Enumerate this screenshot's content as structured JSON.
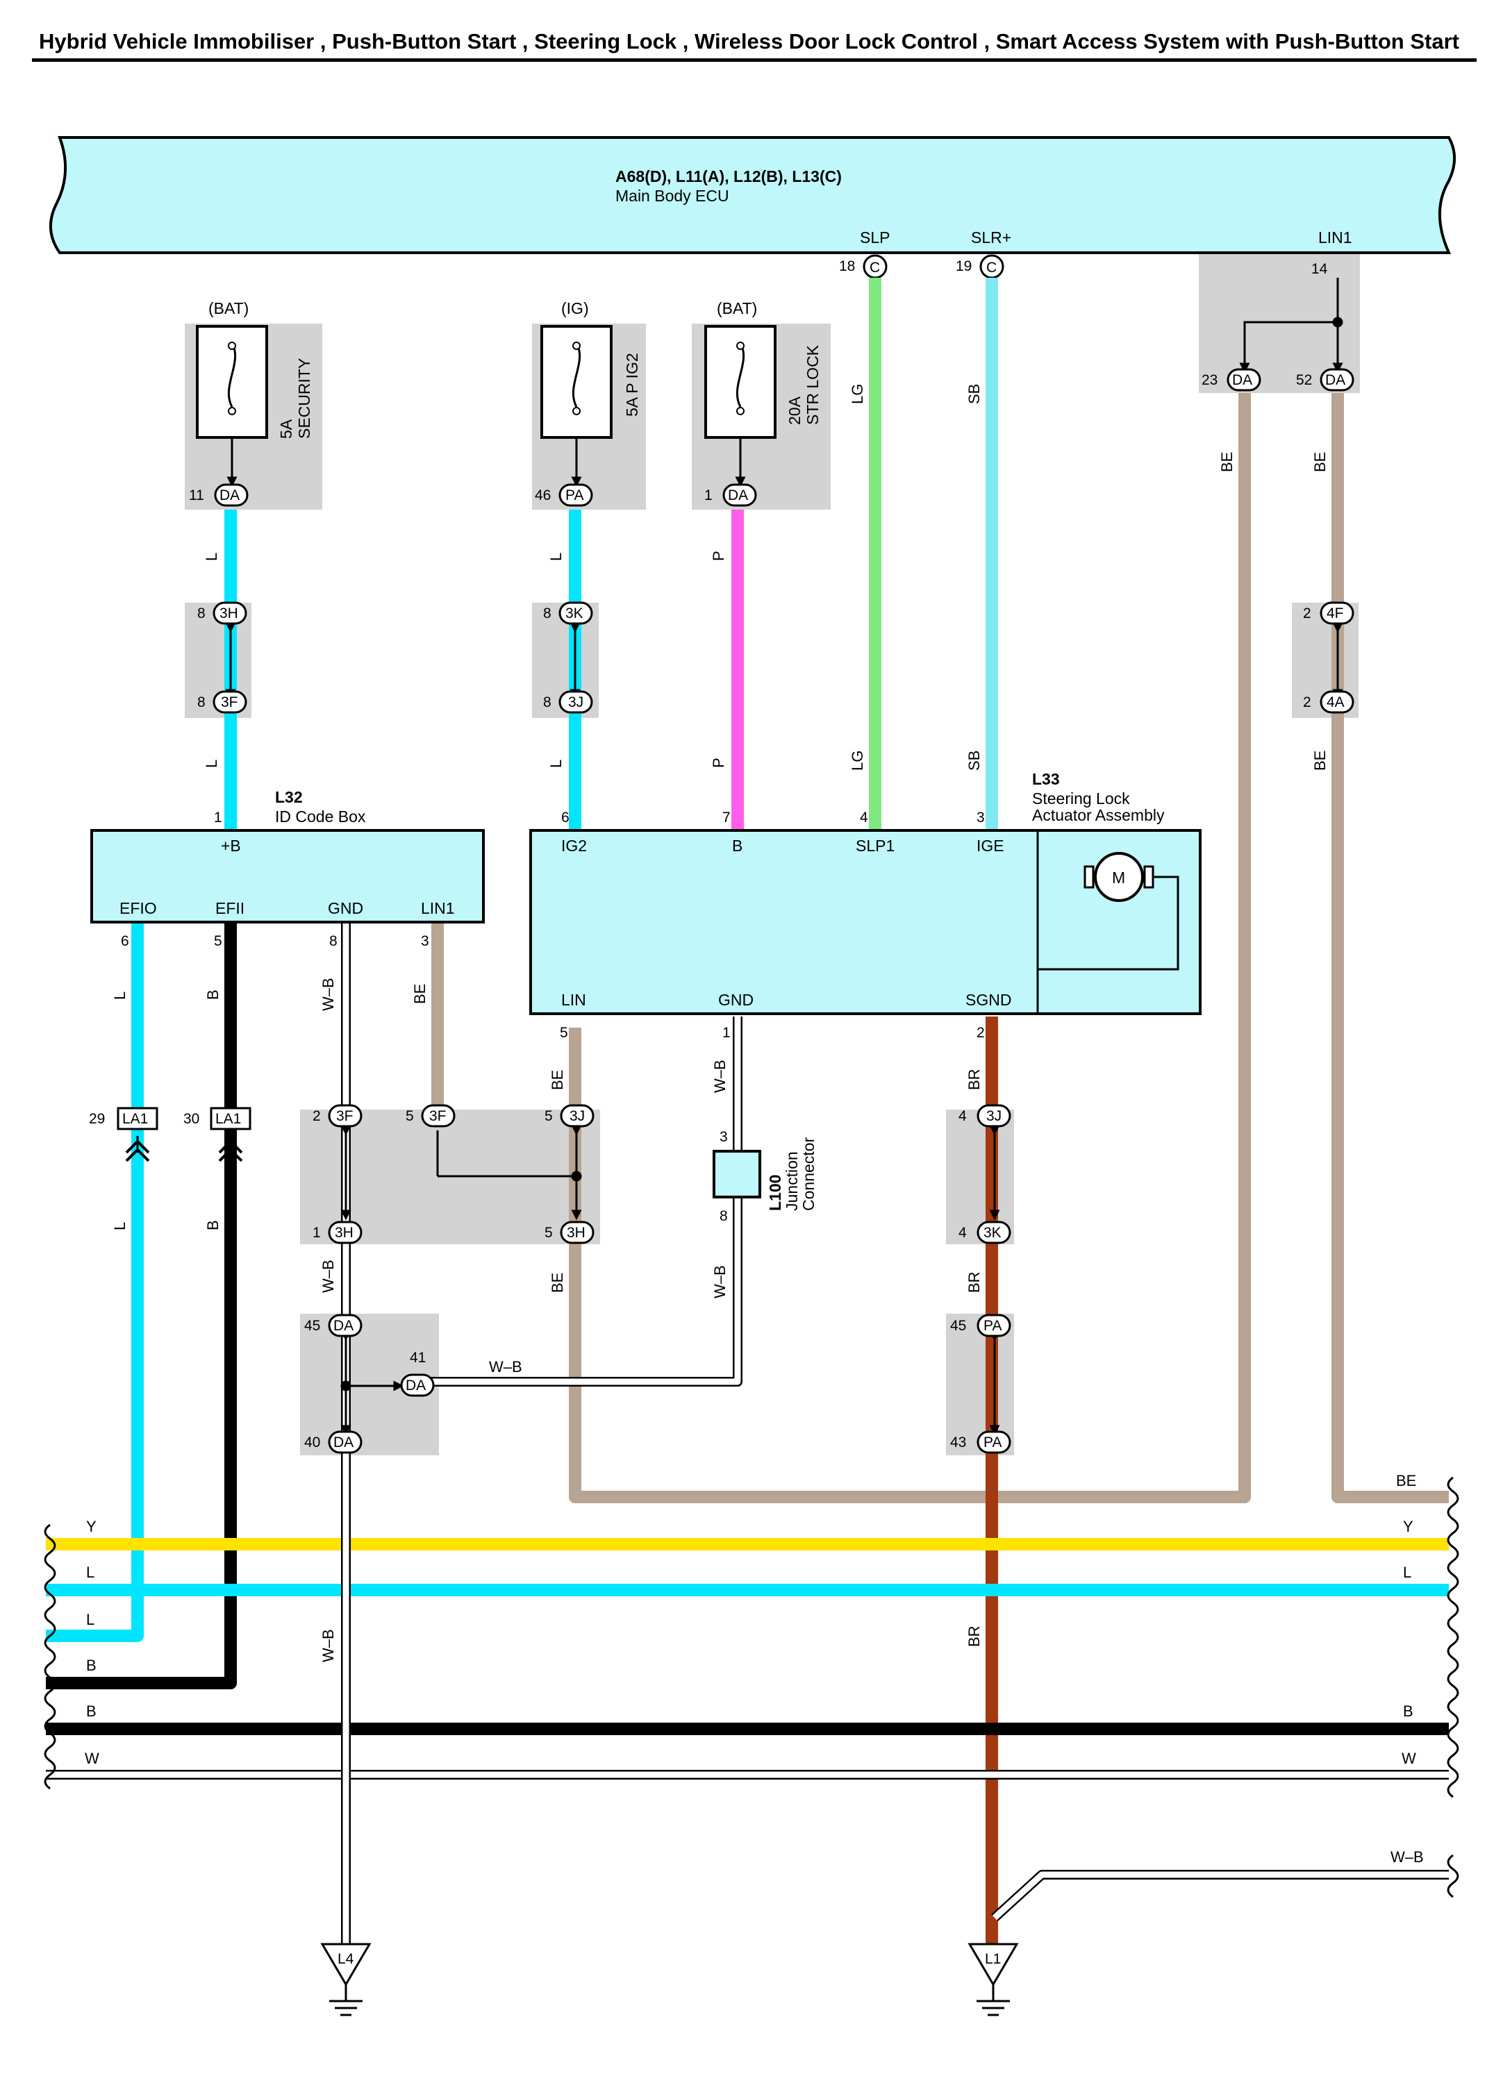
{
  "header": {
    "title": "Hybrid Vehicle Immobiliser , Push-Button Start , Steering Lock , Wireless Door Lock Control , Smart Access System with Push-Button Start"
  },
  "colors": {
    "L": "#00e5ff",
    "LG": "#7fe87f",
    "SB": "#7fe9f2",
    "P": "#ff5eea",
    "BE": "#b8a492",
    "B": "#000000",
    "BR": "#a23a0f",
    "Y": "#ffe200",
    "W": "#ffffff",
    "ecu_fill": "#bff7fb",
    "shade": "#d3d3d3"
  },
  "ecu": {
    "code": "A68(D), L11(A), L12(B), L13(C)",
    "name": "Main Body ECU",
    "pins": [
      {
        "label": "SLP",
        "num": "18",
        "conn": "C"
      },
      {
        "label": "SLR+",
        "num": "19",
        "conn": "C"
      },
      {
        "label": "LIN1",
        "num": "14"
      }
    ]
  },
  "fuses": [
    {
      "supply": "(BAT)",
      "rating": "5A",
      "name": "SECURITY",
      "pin": "11",
      "conn": "DA"
    },
    {
      "supply": "(IG)",
      "rating": "5A P IG2",
      "name": "",
      "pin": "46",
      "conn": "PA"
    },
    {
      "supply": "(BAT)",
      "rating": "20A",
      "name": "STR LOCK",
      "pin": "1",
      "conn": "DA"
    }
  ],
  "lin_split": [
    {
      "pin": "23",
      "conn": "DA"
    },
    {
      "pin": "52",
      "conn": "DA"
    }
  ],
  "inline": {
    "sec_top": {
      "pin": "8",
      "conn": "3H"
    },
    "sec_bot": {
      "pin": "8",
      "conn": "3F"
    },
    "ig_top": {
      "pin": "8",
      "conn": "3K"
    },
    "ig_bot": {
      "pin": "8",
      "conn": "3J"
    },
    "lin_top": {
      "pin": "2",
      "conn": "4F"
    },
    "lin_bot": {
      "pin": "2",
      "conn": "4A"
    },
    "g_a": {
      "pin": "2",
      "conn": "3F"
    },
    "g_b": {
      "pin": "1",
      "conn": "3H"
    },
    "g_c": {
      "pin": "5",
      "conn": "3F"
    },
    "g_d": {
      "pin": "5",
      "conn": "3J"
    },
    "g_e": {
      "pin": "5",
      "conn": "3H"
    },
    "da_45": {
      "pin": "45",
      "conn": "DA"
    },
    "da_41": {
      "pin": "41",
      "conn": "DA"
    },
    "da_40": {
      "pin": "40",
      "conn": "DA"
    },
    "br_1": {
      "pin": "4",
      "conn": "3J"
    },
    "br_2": {
      "pin": "4",
      "conn": "3K"
    },
    "pa_45": {
      "pin": "45",
      "conn": "PA"
    },
    "pa_43": {
      "pin": "43",
      "conn": "PA"
    },
    "la1_29": {
      "pin": "29",
      "conn": "LA1"
    },
    "la1_30": {
      "pin": "30",
      "conn": "LA1"
    }
  },
  "id_box": {
    "code": "L32",
    "name": "ID Code Box",
    "top_pin": {
      "num": "1",
      "label": "+B"
    },
    "bottom_pins": [
      {
        "num": "6",
        "label": "EFIO"
      },
      {
        "num": "5",
        "label": "EFII"
      },
      {
        "num": "8",
        "label": "GND"
      },
      {
        "num": "3",
        "label": "LIN1"
      }
    ]
  },
  "steering": {
    "code": "L33",
    "name_line1": "Steering Lock",
    "name_line2": "Actuator Assembly",
    "motor": "M",
    "top_pins": [
      {
        "num": "6",
        "label": "IG2"
      },
      {
        "num": "7",
        "label": "B"
      },
      {
        "num": "4",
        "label": "SLP1"
      },
      {
        "num": "3",
        "label": "IGE"
      }
    ],
    "bottom_pins": [
      {
        "num": "5",
        "label": "LIN"
      },
      {
        "num": "1",
        "label": "GND"
      },
      {
        "num": "2",
        "label": "SGND"
      }
    ]
  },
  "junction": {
    "code": "L100",
    "name_line1": "Junction",
    "name_line2": "Connector",
    "pin_top": "3",
    "pin_bottom": "8"
  },
  "wire_labels": {
    "L": "L",
    "LG": "LG",
    "SB": "SB",
    "P": "P",
    "BE": "BE",
    "B": "B",
    "WB": "W–B",
    "BR": "BR",
    "Y": "Y",
    "W": "W"
  },
  "grounds": [
    {
      "label": "L4"
    },
    {
      "label": "L1"
    }
  ]
}
